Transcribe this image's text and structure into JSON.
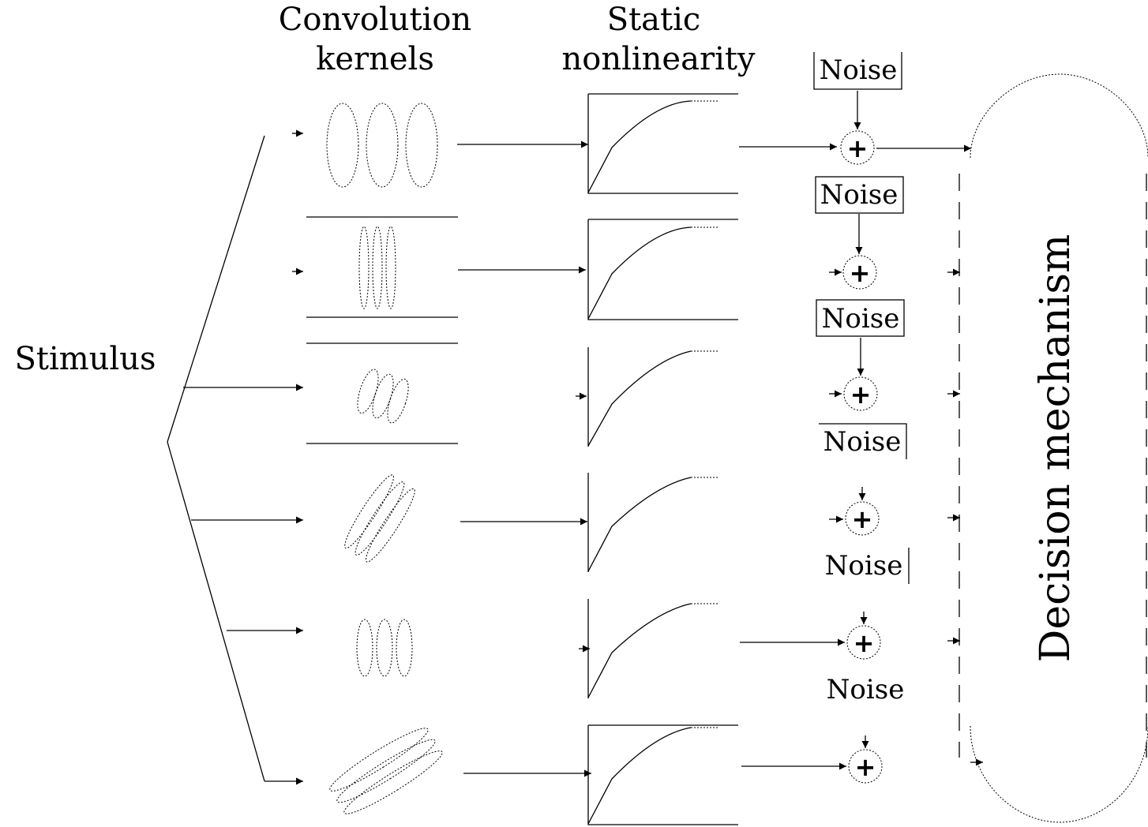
{
  "headers": {
    "kernels": [
      "Convolution",
      "kernels"
    ],
    "nonlinearity": [
      "Static",
      "nonlinearity"
    ]
  },
  "stimulus_label": "Stimulus",
  "noise_label": "Noise",
  "sum_symbol": "+",
  "decision_label": "Decision mechanism"
}
